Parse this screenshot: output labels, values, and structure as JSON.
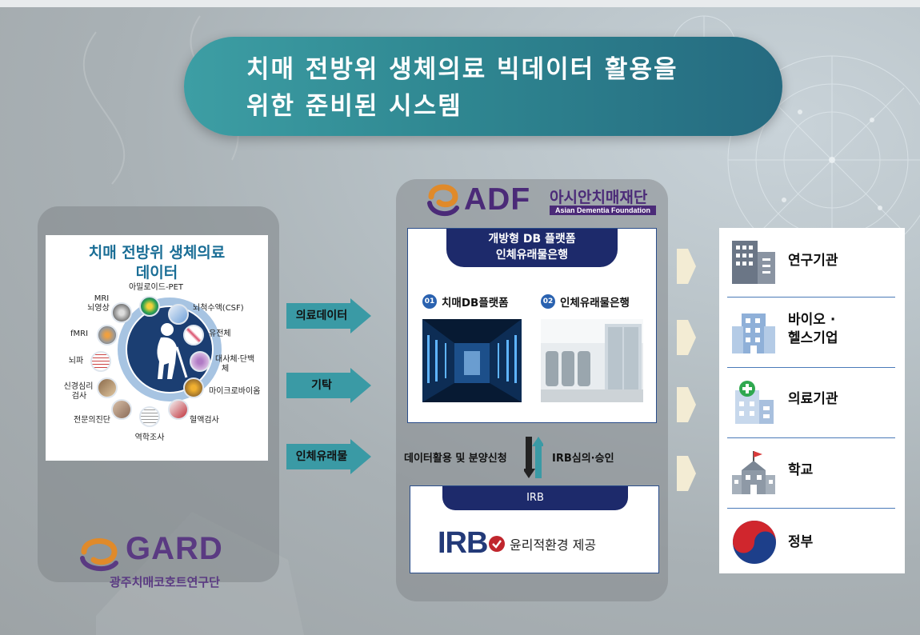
{
  "title": {
    "line1": "치매 전방위 생체의료 빅데이터 활용을",
    "line2": "위한 준비된 시스템"
  },
  "data_card": {
    "title_line1": "치매 전방위 생체의료",
    "title_line2": "데이터",
    "labels": {
      "amyloid_pet": "아밀로이드-PET",
      "mri1": "MRI",
      "mri2": "뇌영상",
      "csf": "뇌척수액(CSF)",
      "fmri": "fMRI",
      "gene": "유전체",
      "eeg": "뇌파",
      "metabol1": "대사체·단백",
      "metabol2": "체",
      "neuropsy1": "신경심리",
      "neuropsy2": "검사",
      "microbiome": "마이크로바이옴",
      "expert": "전문의진단",
      "blood": "혈액검사",
      "epidem": "역학조사"
    }
  },
  "gard": {
    "word": "GARD",
    "subtitle": "광주치매코호트연구단"
  },
  "arrows": [
    {
      "label": "의료데이터"
    },
    {
      "label": "기탁"
    },
    {
      "label": "인체유래물"
    }
  ],
  "adf": {
    "word": "ADF",
    "korean": "아시안치매재단",
    "english": "Asian Dementia Foundation"
  },
  "platform_box": {
    "banner_line1": "개방형 DB 플랫폼",
    "banner_line2": "인체유래물은행",
    "item1_num": "01",
    "item1_label": "치매DB플랫폼",
    "item2_num": "02",
    "item2_label": "인체유래물은행"
  },
  "between": {
    "left": "데이터활용 및 분양신청",
    "right": "IRB심의·승인"
  },
  "irb_box": {
    "banner": "IRB",
    "big": "IRB",
    "text": "윤리적환경 제공"
  },
  "right_panel": {
    "items": [
      {
        "label": "연구기관",
        "icon": "office-building-icon"
      },
      {
        "label_line1": "바이오 ·",
        "label_line2": "헬스기업",
        "icon": "company-building-icon"
      },
      {
        "label": "의료기관",
        "icon": "hospital-icon"
      },
      {
        "label": "학교",
        "icon": "school-icon"
      },
      {
        "label": "정부",
        "icon": "taegeuk-icon"
      }
    ]
  },
  "colors": {
    "title_gradient_start": "#3d9ea4",
    "title_gradient_end": "#256a80",
    "navy": "#1d2a6b",
    "purple": "#5a3a82",
    "arrow_teal": "#3a9aa5"
  }
}
